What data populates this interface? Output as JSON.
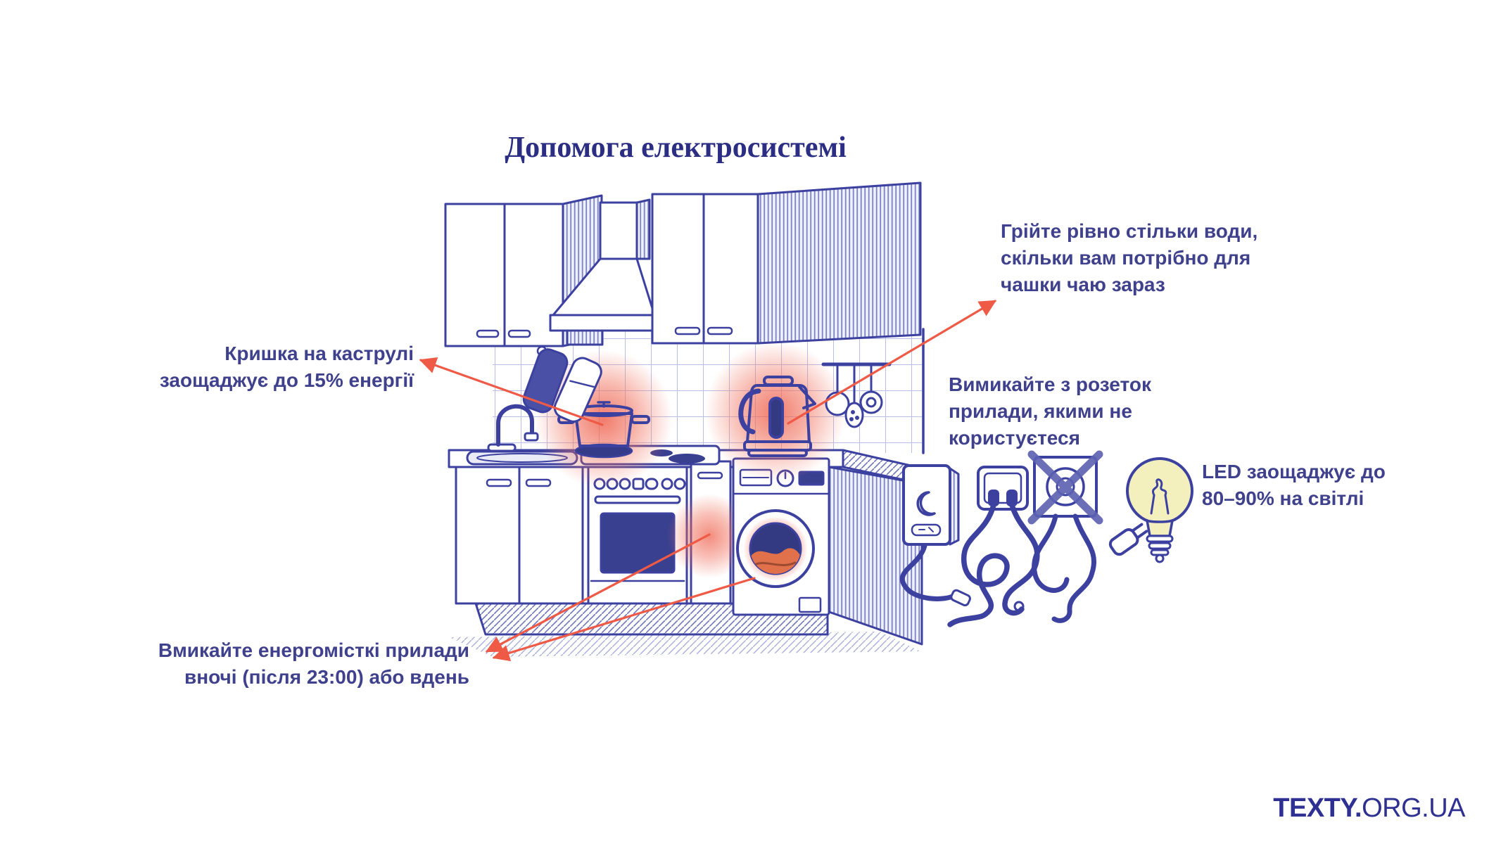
{
  "title": "Допомога електросистемі",
  "annotations": {
    "pot": "Кришка на каструлі\nзаощаджує до 15% енергії",
    "kettle": "Грійте рівно стільки води,\nскільки вам потрібно для\nчашки чаю зараз",
    "sockets": "Вимикайте з розеток\nприлади, якими не\nкористуєтеся",
    "led": "LED заощаджує до\n80–90% на світлі",
    "night": "Вмикайте енергомісткі прилади\nвночі (після 23:00) або вдень"
  },
  "logo": {
    "bold": "TEXTY.",
    "regular": "ORG.UA"
  },
  "colors": {
    "ink_blue": "#3c41a0",
    "annotation_text": "#3f418d",
    "title_text": "#2b2e83",
    "accent_red": "#ee5a46",
    "glow_orange": "#f0705c",
    "bulb_yellow": "#f4f0be",
    "tile_grid": "#b9bfe6",
    "logo_blue": "#2e3192"
  },
  "illustration_items": [
    "wall-cabinets",
    "range-hood",
    "tiled-backsplash",
    "faucet",
    "sink",
    "oven-mitts",
    "pot-with-lid",
    "electric-kettle",
    "utensil-rail",
    "oven",
    "dishwasher",
    "washing-machine",
    "water-heater-timer",
    "socket-with-plugs",
    "crossed-out-socket",
    "unplugged-plug",
    "led-bulb"
  ]
}
